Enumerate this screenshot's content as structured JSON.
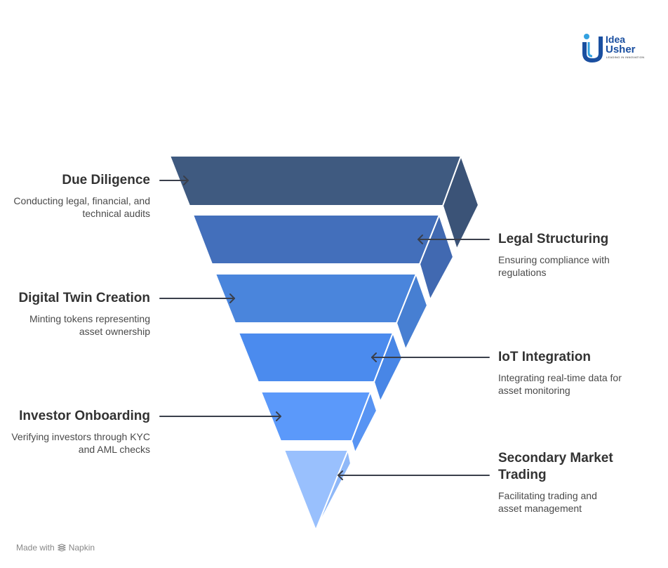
{
  "logo": {
    "line1": "Idea",
    "line2": "Usher",
    "tagline": "LEADING IN INNOVATION",
    "accent_blue": "#1a4fa0",
    "accent_light": "#33a1e0"
  },
  "stages": [
    {
      "title": "Due Diligence",
      "desc": "Conducting legal, financial, and technical audits",
      "color": "#3f5a80",
      "side_color": "#3b5377"
    },
    {
      "title": "Legal Structuring",
      "desc": "Ensuring compliance with regulations",
      "color": "#436fbb",
      "side_color": "#4169b1"
    },
    {
      "title": "Digital Twin Creation",
      "desc": "Minting tokens representing asset ownership",
      "color": "#4a85dc",
      "side_color": "#477fd2"
    },
    {
      "title": "IoT Integration",
      "desc": "Integrating real-time data for asset monitoring",
      "color": "#4b8bee",
      "side_color": "#4886e6"
    },
    {
      "title": "Investor Onboarding",
      "desc": "Verifying investors through KYC and AML checks",
      "color": "#5b99fa",
      "side_color": "#5894f3"
    },
    {
      "title": "Secondary Market Trading",
      "desc": "Facilitating trading and asset management",
      "color": "#99c0fd",
      "side_color": "#8fb8f8"
    }
  ],
  "footer": {
    "made_with": "Made with",
    "brand": "Napkin",
    "icon": "napkin-icon"
  }
}
